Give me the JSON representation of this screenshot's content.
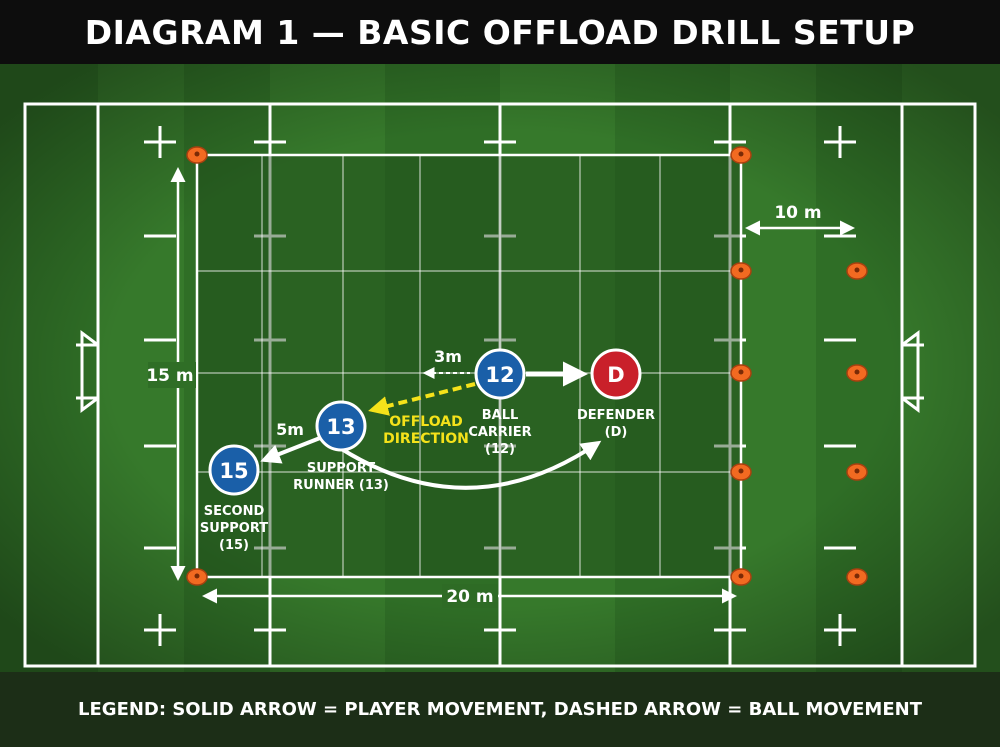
{
  "title": "DIAGRAM 1 — BASIC OFFLOAD DRILL SETUP",
  "legend": "LEGEND: SOLID ARROW = PLAYER MOVEMENT, DASHED ARROW = BALL MOVEMENT",
  "dimensions": {
    "width": "20 m",
    "height": "15 m",
    "end_gap": "10 m",
    "support_gap": "5m",
    "carrier_gap": "3m"
  },
  "players": {
    "ball_carrier": {
      "number": "12",
      "label_line1": "BALL",
      "label_line2": "CARRIER",
      "label_line3": "(12)"
    },
    "defender": {
      "number": "D",
      "label_line1": "DEFENDER",
      "label_line2": "(D)"
    },
    "support_runner": {
      "number": "13",
      "label_line1": "SUPPORT",
      "label_line2": "RUNNER (13)"
    },
    "second_support": {
      "number": "15",
      "label_line1": "SECOND",
      "label_line2": "SUPPORT",
      "label_line3": "(15)"
    }
  },
  "offload": {
    "line1": "OFFLOAD",
    "line2": "DIRECTION"
  },
  "colors": {
    "attacker": "#1a5fa8",
    "defender": "#c9202a",
    "cone": "#f26a21",
    "ball_arrow": "#f5e21a",
    "grass_dark": "#2e6b25",
    "grass_light": "#3c8430"
  }
}
